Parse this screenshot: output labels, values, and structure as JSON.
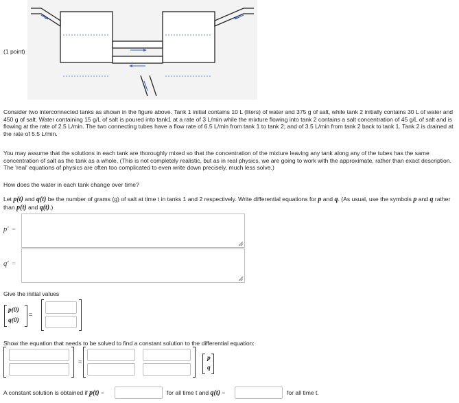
{
  "question": {
    "points_label": "(1 point)",
    "paragraph1": "Consider two interconnected tanks as shown in the figure above. Tank 1 initial contains 10 L (liters) of water and 375 g of salt, while tank 2 initially contains 30 L of water and 450 g of salt. Water containing 15 g/L of salt is poured into tank1 at a rate of 3 L/min while the mixture flowing into tank 2 contains a salt concentration of 45 g/L of salt and is flowing at the rate of 2.5 L/min. The two connecting tubes have a flow rate of 6.5 L/min from tank 1 to tank 2; and of 3.5 L/min from tank 2 back to tank 1. Tank 2 is drained at the rate of 5.5 L/min.",
    "paragraph2": "You may assume that the solutions in each tank are thoroughly mixed so that the concentration of the mixture leaving any tank along any of the tubes has the same concentration of salt as the tank as a whole. (This is not completely realistic, but as in real physics, we are going to work with the approximate, rather than exact description. The 'real' equations of physics are often too complicated to even write down precisely, much less solve.)",
    "paragraph3": "How does the water in each tank change over time?",
    "paragraph4_a": "Let ",
    "paragraph4_p": "p(t)",
    "paragraph4_b": " and ",
    "paragraph4_q": "q(t)",
    "paragraph4_c": " be the number of grams (g) of salt at time t in tanks 1 and 2 respectively. Write differential equations for ",
    "paragraph4_p2": "p",
    "paragraph4_d": " and ",
    "paragraph4_q2": "q",
    "paragraph4_e": ". (As usual, use the symbols ",
    "paragraph4_p3": "p",
    "paragraph4_f": " and ",
    "paragraph4_q3": "q",
    "paragraph4_g": " rather than ",
    "paragraph4_p4": "p(t)",
    "paragraph4_h": " and ",
    "paragraph4_q4": "q(t)",
    "paragraph4_i": ".)",
    "p_prime_label": "p′",
    "q_prime_label": "q′",
    "equals": "=",
    "initial_values_label": "Give the initial values",
    "vec_p0": "p(0)",
    "vec_q0": "q(0)",
    "constant_solution_prompt": "Show the equation that needs to be solved to find a constant solution to the differential equation:",
    "vec_p": "p",
    "vec_q": "q",
    "constant_sol_a": "A constant solution is obtained if ",
    "constant_sol_pt": "p(t)",
    "constant_sol_b": "for all time t and ",
    "constant_sol_qt": "q(t)",
    "constant_sol_c": "for all time t."
  },
  "inputs": {
    "p_prime": "",
    "q_prime": "",
    "p0": "",
    "q0": "",
    "matrix_11": "",
    "matrix_21": "",
    "rhs_11": "",
    "rhs_12": "",
    "rhs_21": "",
    "rhs_22": "",
    "const_p": "",
    "const_q": ""
  },
  "colors": {
    "arrow_blue": "#3a62c9",
    "text": "#222222",
    "input_border": "#bcbcbd"
  }
}
